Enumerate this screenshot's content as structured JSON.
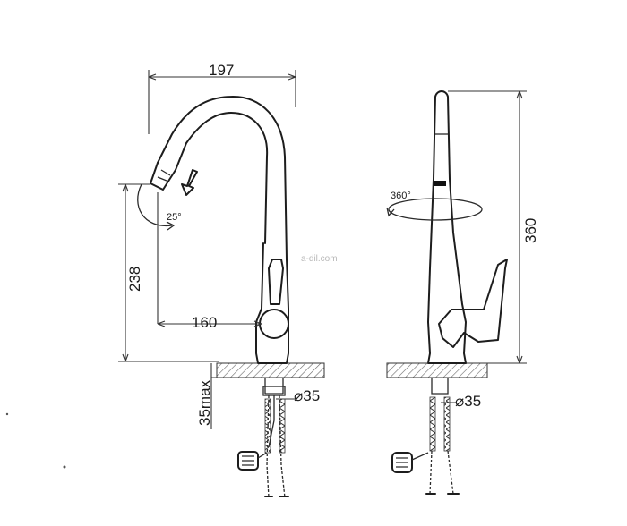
{
  "dimensions": {
    "width_top": "197",
    "height_side": "238",
    "reach": "160",
    "deck_thickness": "35max",
    "hole_diameter_left": "⌀35",
    "hole_diameter_right": "⌀35",
    "total_height": "360"
  },
  "angles": {
    "spray_tilt": "25°",
    "spout_rotation": "360°"
  },
  "watermark": "a-dil.com"
}
